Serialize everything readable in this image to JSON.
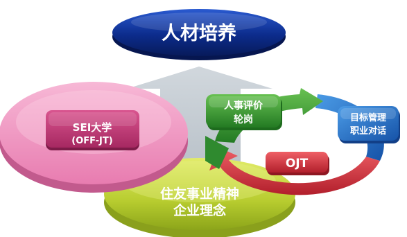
{
  "top_goal": {
    "label": "人材培养"
  },
  "left_disc": {
    "line1": "SEI大学",
    "line2": "(OFF-JT)"
  },
  "base_disc": {
    "line1": "住友事业精神",
    "line2": "企业理念"
  },
  "cycle": {
    "evaluation": {
      "line1": "人事评价",
      "line2": "轮岗"
    },
    "goal_management": {
      "line1": "目标管理",
      "line2": "职业对话"
    },
    "ojt": {
      "label": "OJT"
    }
  },
  "colors": {
    "navy": "#0d2f8c",
    "pink": "#e879b0",
    "lime": "#b9cf35",
    "green": "#3d9a3a",
    "blue": "#2a77cc",
    "red": "#cf3440",
    "gray_arrow": "#c4ccd3"
  }
}
